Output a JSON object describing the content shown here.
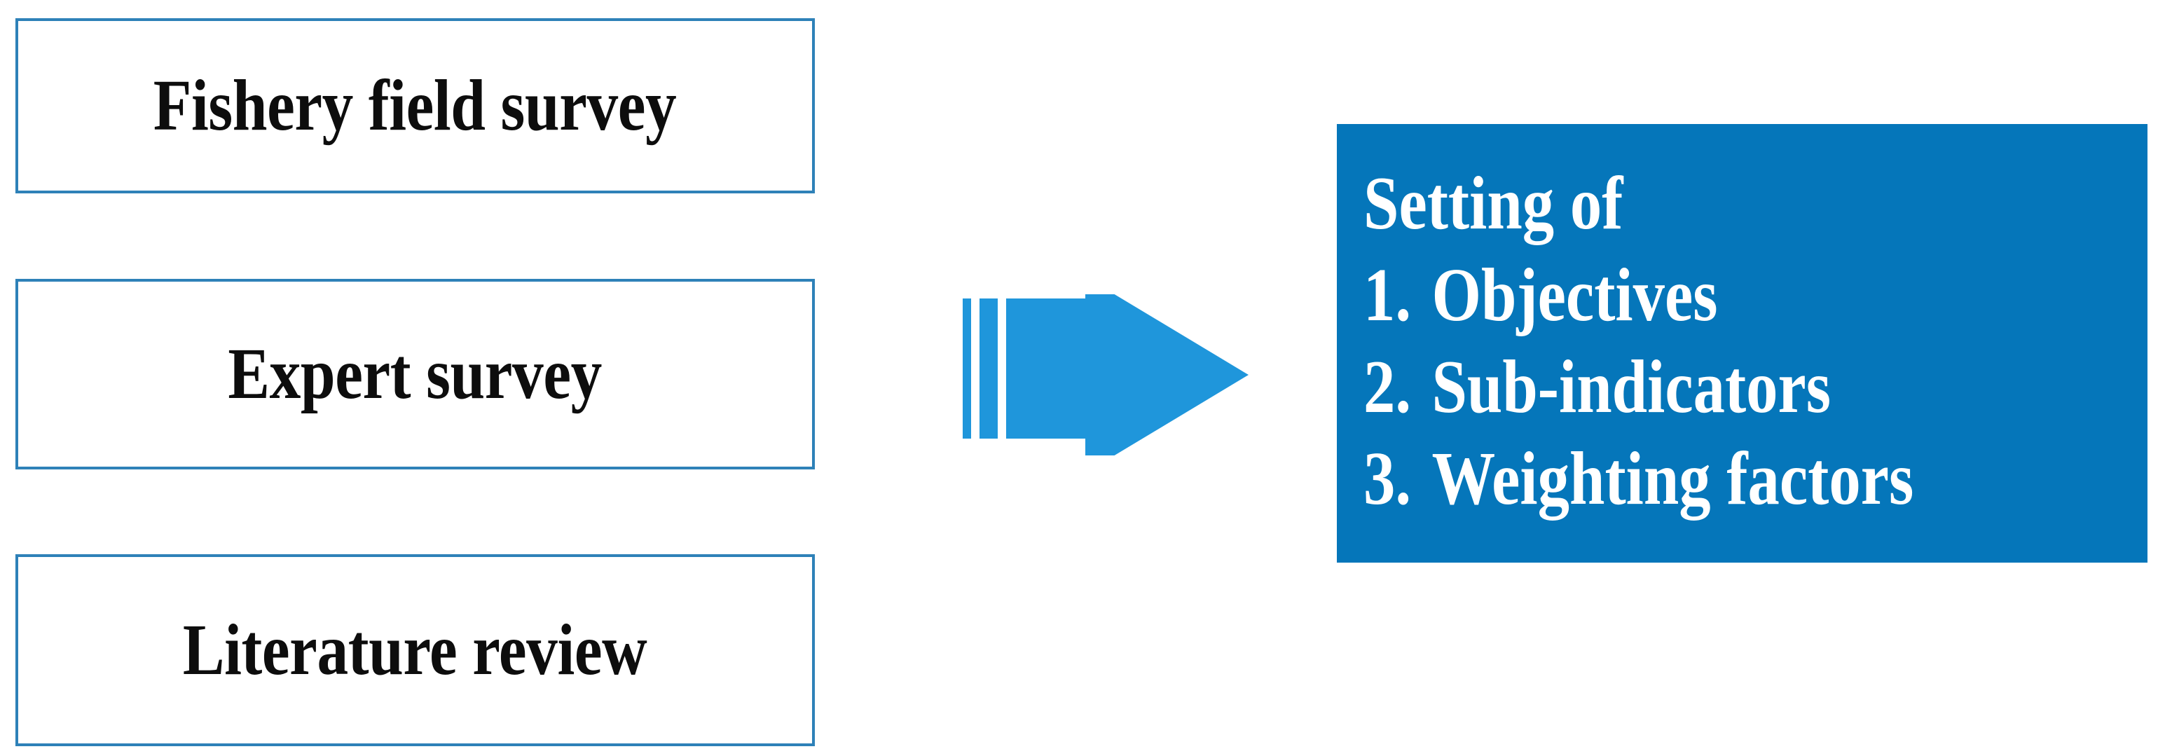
{
  "diagram": {
    "title": "Fishery indicator framework inputs and outputs",
    "colors": {
      "box_border": "#2e81b8",
      "box_fill": "#ffffff",
      "box_text": "#0d0d0d",
      "arrow_fill": "#1f96db",
      "panel_fill": "#0576ba",
      "panel_text": "#ffffff",
      "background": "#ffffff"
    },
    "inputs": [
      {
        "id": "fishery-field-survey",
        "label": "Fishery field survey"
      },
      {
        "id": "expert-survey",
        "label": "Expert survey"
      },
      {
        "id": "literature-review",
        "label": "Literature review"
      }
    ],
    "connector": {
      "icon": "right-arrow-icon",
      "direction": "right",
      "motion_lines": 2
    },
    "outcome": {
      "heading": "Setting of",
      "items": [
        {
          "number": "1.",
          "text": "Objectives"
        },
        {
          "number": "2.",
          "text": "Sub-indicators"
        },
        {
          "number": "3.",
          "text": "Weighting factors"
        }
      ]
    }
  }
}
